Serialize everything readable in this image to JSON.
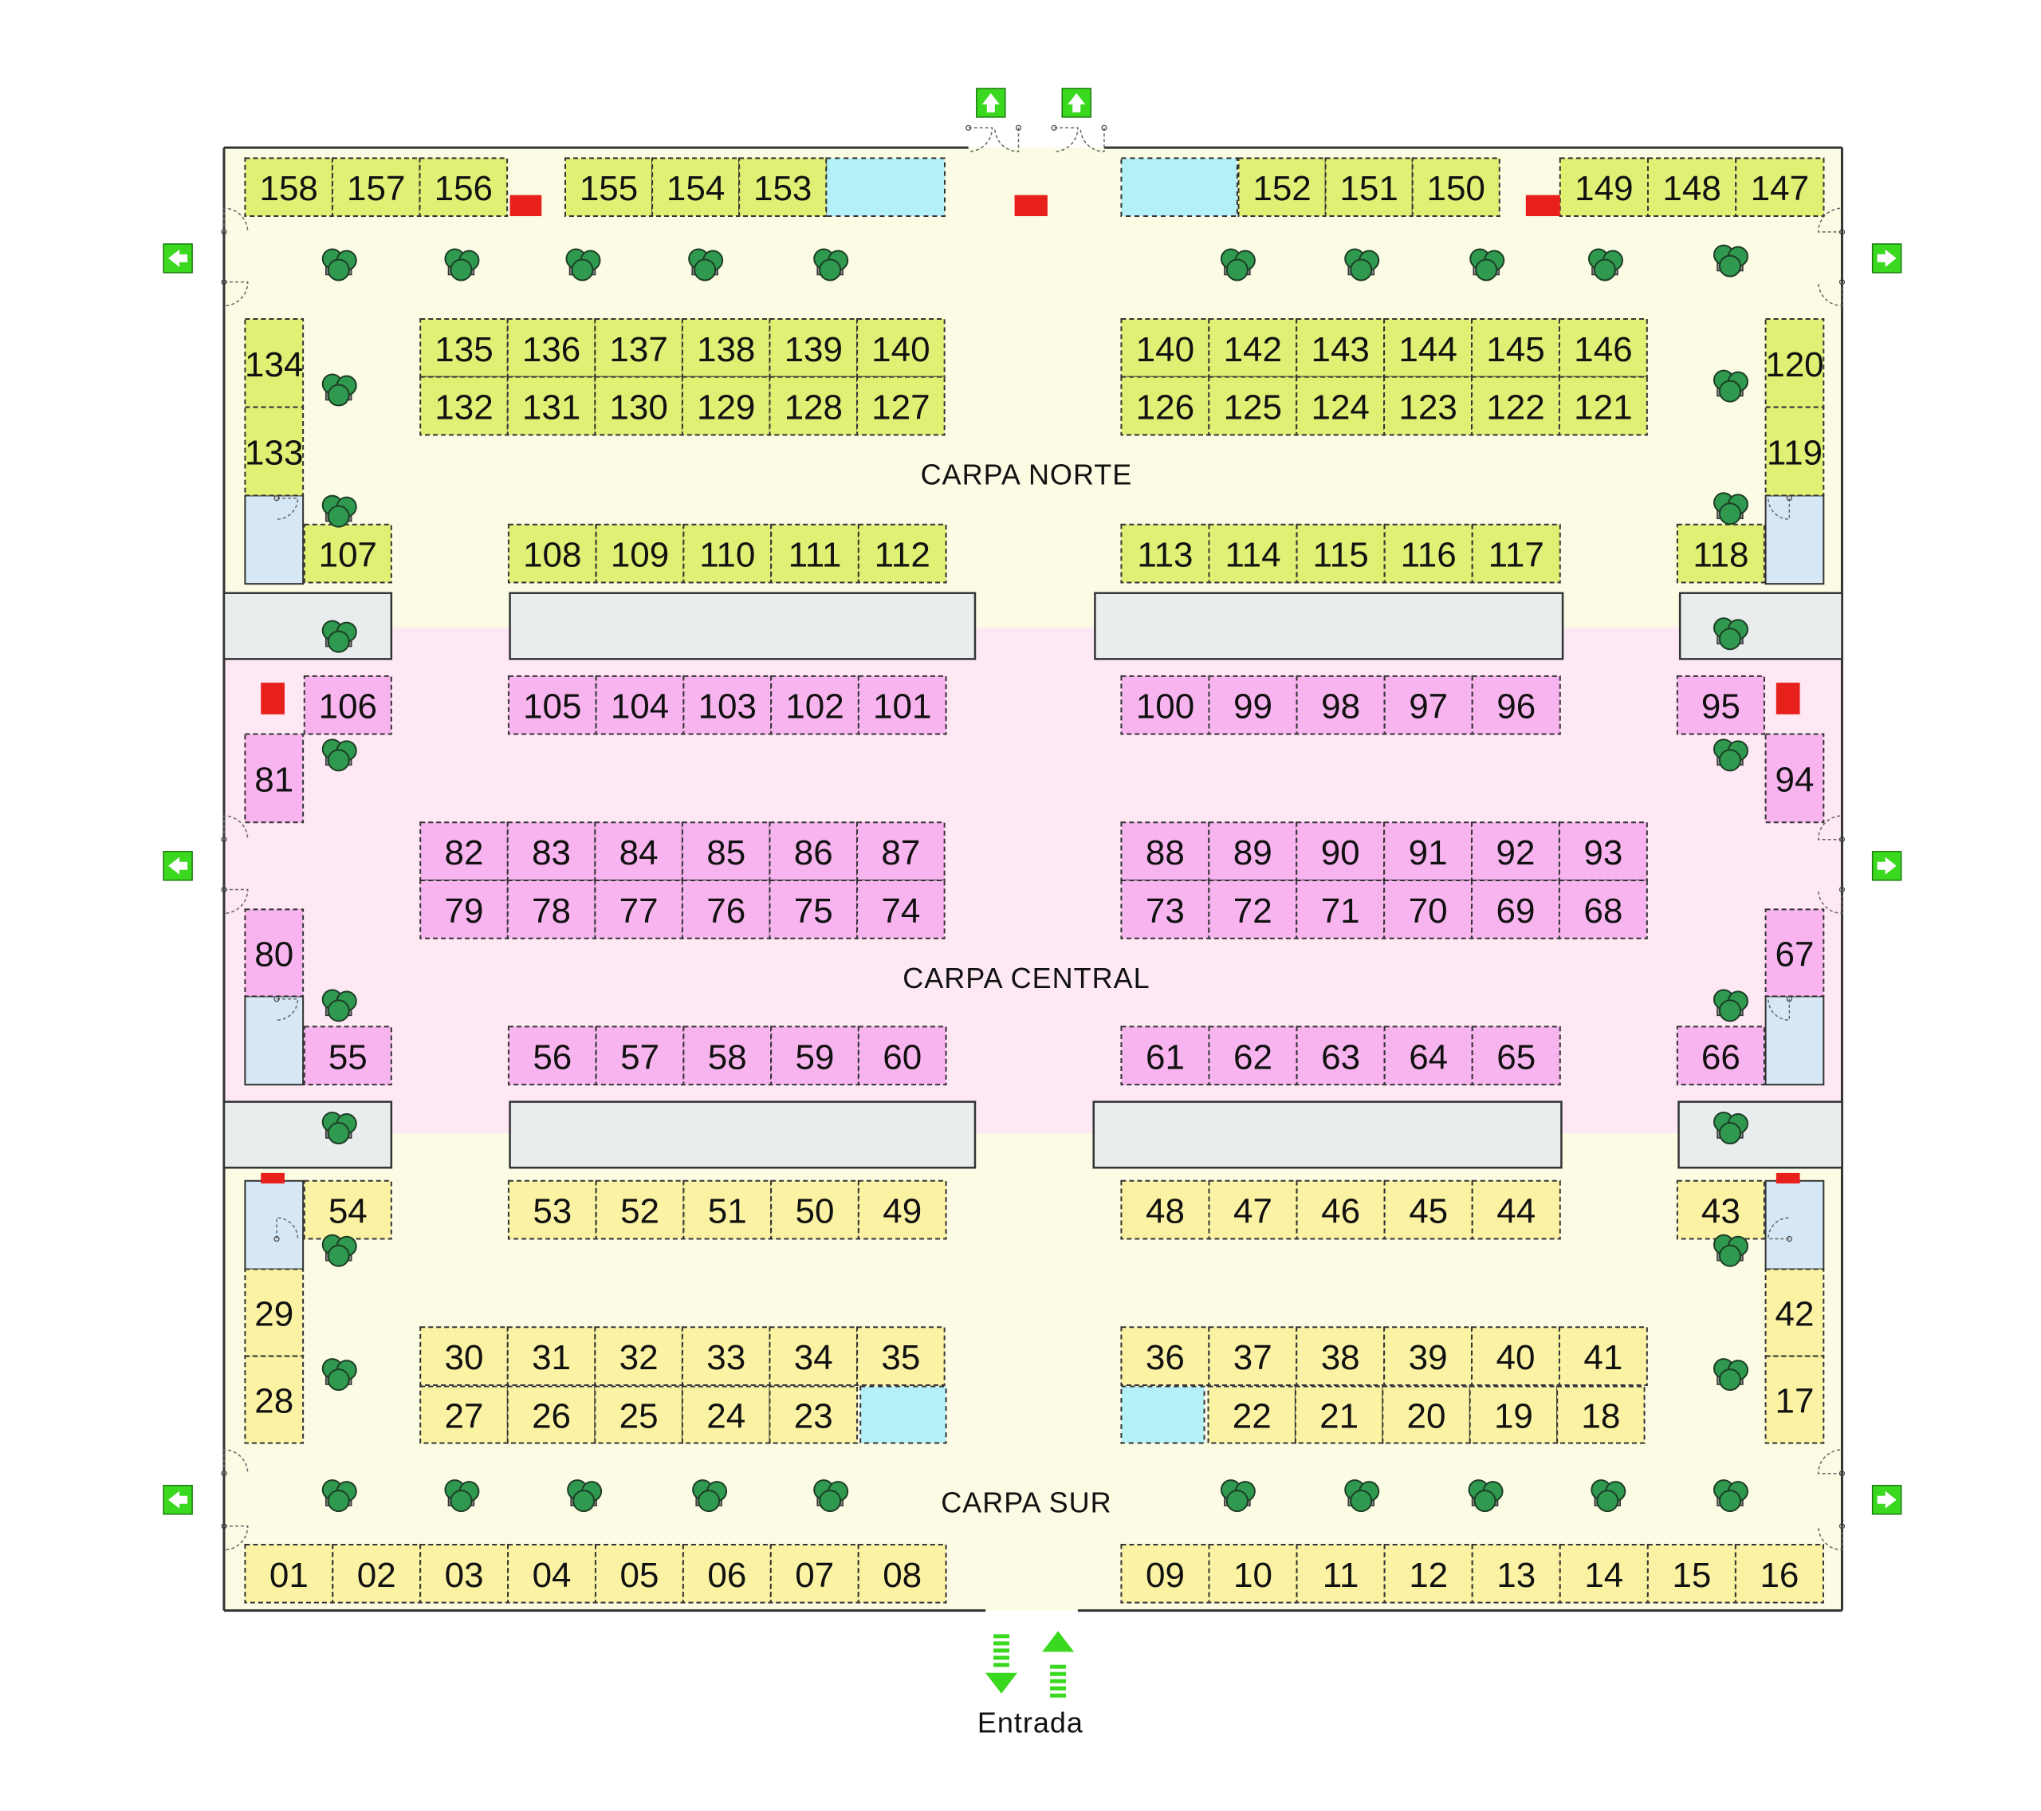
{
  "zones": {
    "north": "CARPA NORTE",
    "central": "CARPA CENTRAL",
    "south": "CARPA SUR"
  },
  "entrance_label": "Entrada",
  "colors": {
    "north_booth": "#dff074",
    "central_booth": "#f8b4ee",
    "south_booth": "#fbf3a3",
    "north_floor": "#fcfbe4",
    "central_floor": "#fde8f4",
    "south_floor": "#fcfbe4",
    "facility": "#b4f0f8",
    "restroom": "#d6e8f6",
    "stage_block": "#eaedee",
    "extinguisher": "#e8201c",
    "exit_sign": "#3ad81e",
    "plant": "#2f9a4f"
  },
  "booths": {
    "north": [
      "158",
      "157",
      "156",
      "155",
      "154",
      "153",
      "152",
      "151",
      "150",
      "149",
      "148",
      "147",
      "135",
      "136",
      "137",
      "138",
      "139",
      "140",
      "132",
      "131",
      "130",
      "129",
      "128",
      "127",
      "140",
      "142",
      "143",
      "144",
      "145",
      "146",
      "126",
      "125",
      "124",
      "123",
      "122",
      "121",
      "134",
      "133",
      "120",
      "119",
      "107",
      "108",
      "109",
      "110",
      "111",
      "112",
      "113",
      "114",
      "115",
      "116",
      "117",
      "118"
    ],
    "central": [
      "106",
      "105",
      "104",
      "103",
      "102",
      "101",
      "100",
      "99",
      "98",
      "97",
      "96",
      "95",
      "81",
      "94",
      "82",
      "83",
      "84",
      "85",
      "86",
      "87",
      "88",
      "89",
      "90",
      "91",
      "92",
      "93",
      "79",
      "78",
      "77",
      "76",
      "75",
      "74",
      "73",
      "72",
      "71",
      "70",
      "69",
      "68",
      "80",
      "67",
      "55",
      "56",
      "57",
      "58",
      "59",
      "60",
      "61",
      "62",
      "63",
      "64",
      "65",
      "66"
    ],
    "south": [
      "54",
      "53",
      "52",
      "51",
      "50",
      "49",
      "48",
      "47",
      "46",
      "45",
      "44",
      "43",
      "29",
      "42",
      "28",
      "17",
      "30",
      "31",
      "32",
      "33",
      "34",
      "35",
      "36",
      "37",
      "38",
      "39",
      "40",
      "41",
      "27",
      "26",
      "25",
      "24",
      "23",
      "22",
      "21",
      "20",
      "19",
      "18",
      "01",
      "02",
      "03",
      "04",
      "05",
      "06",
      "07",
      "08",
      "09",
      "10",
      "11",
      "12",
      "13",
      "14",
      "15",
      "16"
    ]
  },
  "legend_icons": [
    "exit-arrow-icon",
    "plant-icon",
    "fire-extinguisher-icon",
    "door-icon"
  ]
}
